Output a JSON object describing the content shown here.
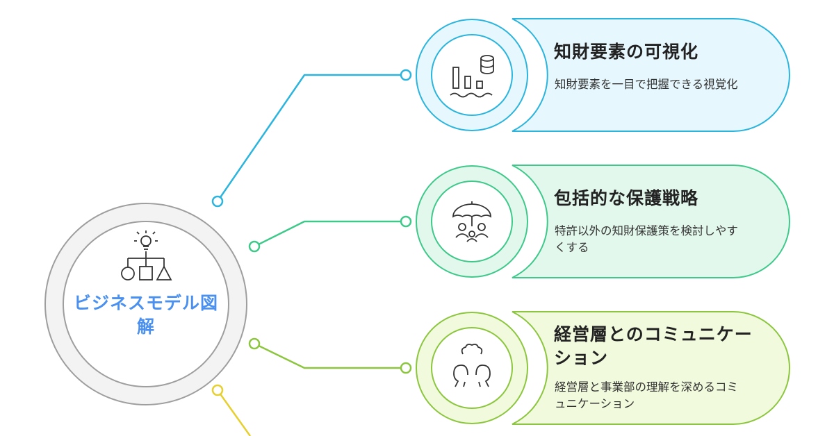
{
  "hub": {
    "title": "ビジネスモデル図解",
    "icon": "lightbulb-shapes-icon"
  },
  "cards": [
    {
      "title": "知財要素の可視化",
      "description": "知財要素を一目で把握できる視覚化",
      "icon": "chart-database-icon",
      "color": "#2bb4dd",
      "fill": "#e6f7fd"
    },
    {
      "title": "包括的な保護戦略",
      "description": "特許以外の知財保護策を検討しやすくする",
      "icon": "umbrella-people-icon",
      "color": "#3ec98a",
      "fill": "#e3f8ed"
    },
    {
      "title": "経営層とのコミュニケーション",
      "description": "経営層と事業部の理解を深めるコミュニケーション",
      "icon": "people-conversation-icon",
      "color": "#8cc63f",
      "fill": "#f1fadc"
    }
  ],
  "connector_colors": {
    "blue": "#2bb4dd",
    "green": "#3ec98a",
    "lime": "#8cc63f",
    "yellow": "#e6cf2e"
  }
}
